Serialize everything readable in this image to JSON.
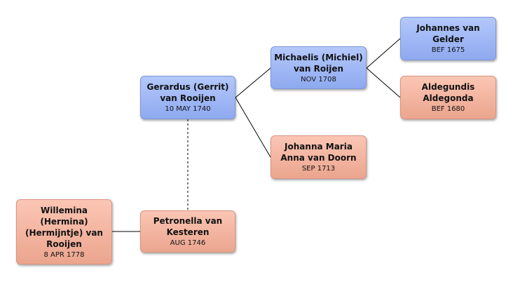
{
  "people": {
    "gerardus": {
      "name": "Gerardus (Gerrit) van Rooijen",
      "date": "10 MAY 1740",
      "gender": "male"
    },
    "petronella": {
      "name": "Petronella van Kesteren",
      "date": "AUG 1746",
      "gender": "female"
    },
    "willemina": {
      "name": "Willemina (Hermina) (Hermijntje) van Rooijen",
      "date": "8 APR 1778",
      "gender": "female"
    },
    "michaelis": {
      "name": "Michaelis (Michiel) van Roijen",
      "date": "NOV 1708",
      "gender": "male"
    },
    "johanna": {
      "name": "Johanna Maria Anna van Doorn",
      "date": "SEP 1713",
      "gender": "female"
    },
    "johannes": {
      "name": "Johannes van Gelder",
      "date": "BEF 1675",
      "gender": "male"
    },
    "aldegundis": {
      "name": "Aldegundis Aldegonda",
      "date": "BEF 1680",
      "gender": "female"
    }
  },
  "colors": {
    "male": "#9fb7f5",
    "female": "#f5b7a0",
    "connector": "#000000",
    "spouse_link": "#555555"
  },
  "links": [
    {
      "from": "willemina",
      "to": "petronella",
      "type": "parent"
    },
    {
      "from": "gerardus",
      "to": "petronella",
      "type": "spouse"
    },
    {
      "from": "gerardus",
      "to": "michaelis",
      "type": "parent"
    },
    {
      "from": "gerardus",
      "to": "johanna",
      "type": "parent"
    },
    {
      "from": "michaelis",
      "to": "johannes",
      "type": "parent"
    },
    {
      "from": "michaelis",
      "to": "aldegundis",
      "type": "parent"
    }
  ]
}
